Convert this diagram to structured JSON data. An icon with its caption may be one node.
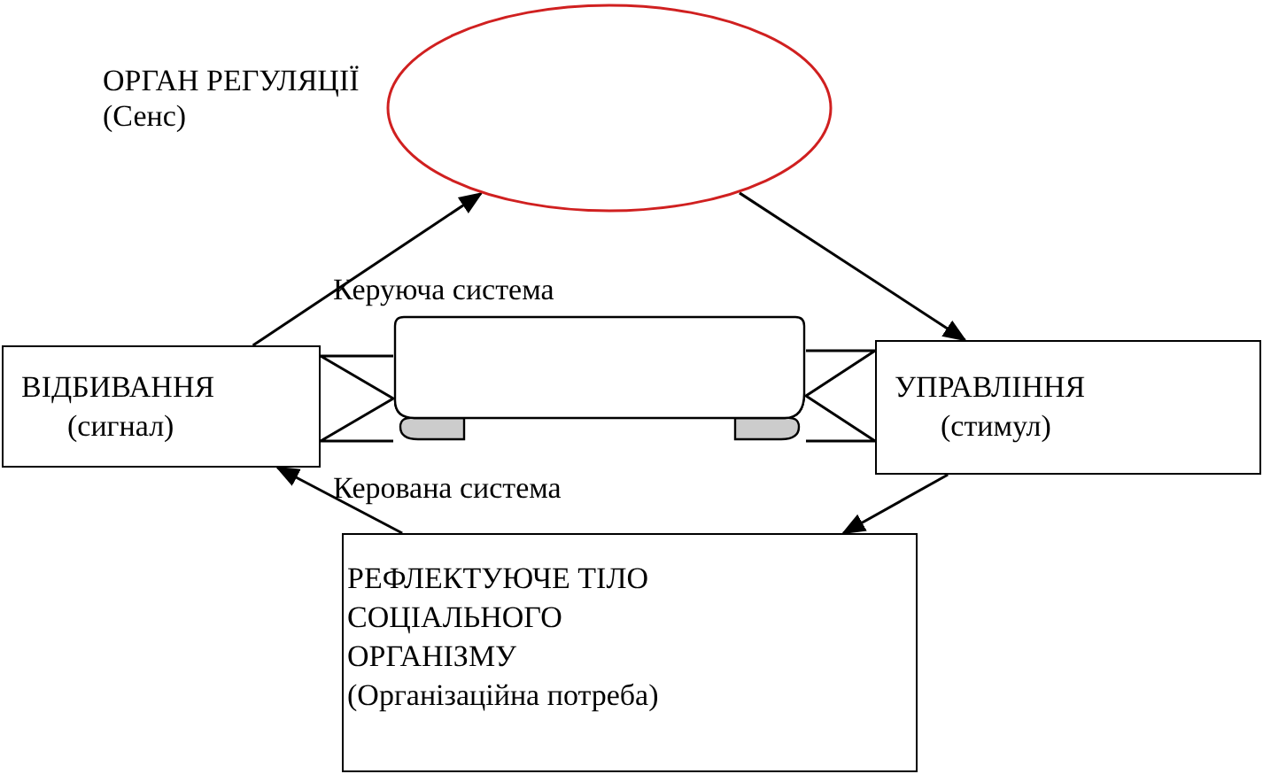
{
  "diagram": {
    "nodes": [
      {
        "text": [
          "ОРГАН РЕГУЛЯЦІЇ",
          "(Сенс)"
        ]
      },
      {
        "text": [
          "ВІДБИВАННЯ",
          "(сигнал)"
        ]
      },
      {
        "text": [],
        "shape": "banner"
      },
      {
        "text": [
          "УПРАВЛІННЯ",
          "(стимул)"
        ]
      },
      {
        "text": [
          "РЕФЛЕКТУЮЧЕ ТІЛО СОЦІАЛЬНОГО ОРГАНІЗМУ",
          "(Організаційна потреба)"
        ]
      }
    ],
    "edges": [
      {
        "from": 1,
        "to": 0,
        "arrow": "to"
      },
      {
        "from": 0,
        "to": 3,
        "arrow": "to"
      },
      {
        "from": 3,
        "to": 4,
        "arrow": "to"
      },
      {
        "from": 4,
        "to": 1,
        "arrow": "to"
      },
      {
        "from": 1,
        "to": 2,
        "arrow": "to"
      },
      {
        "from": 3,
        "to": 2,
        "arrow": "to"
      }
    ],
    "labels": [
      "Керуюча система",
      "Керована система"
    ]
  }
}
